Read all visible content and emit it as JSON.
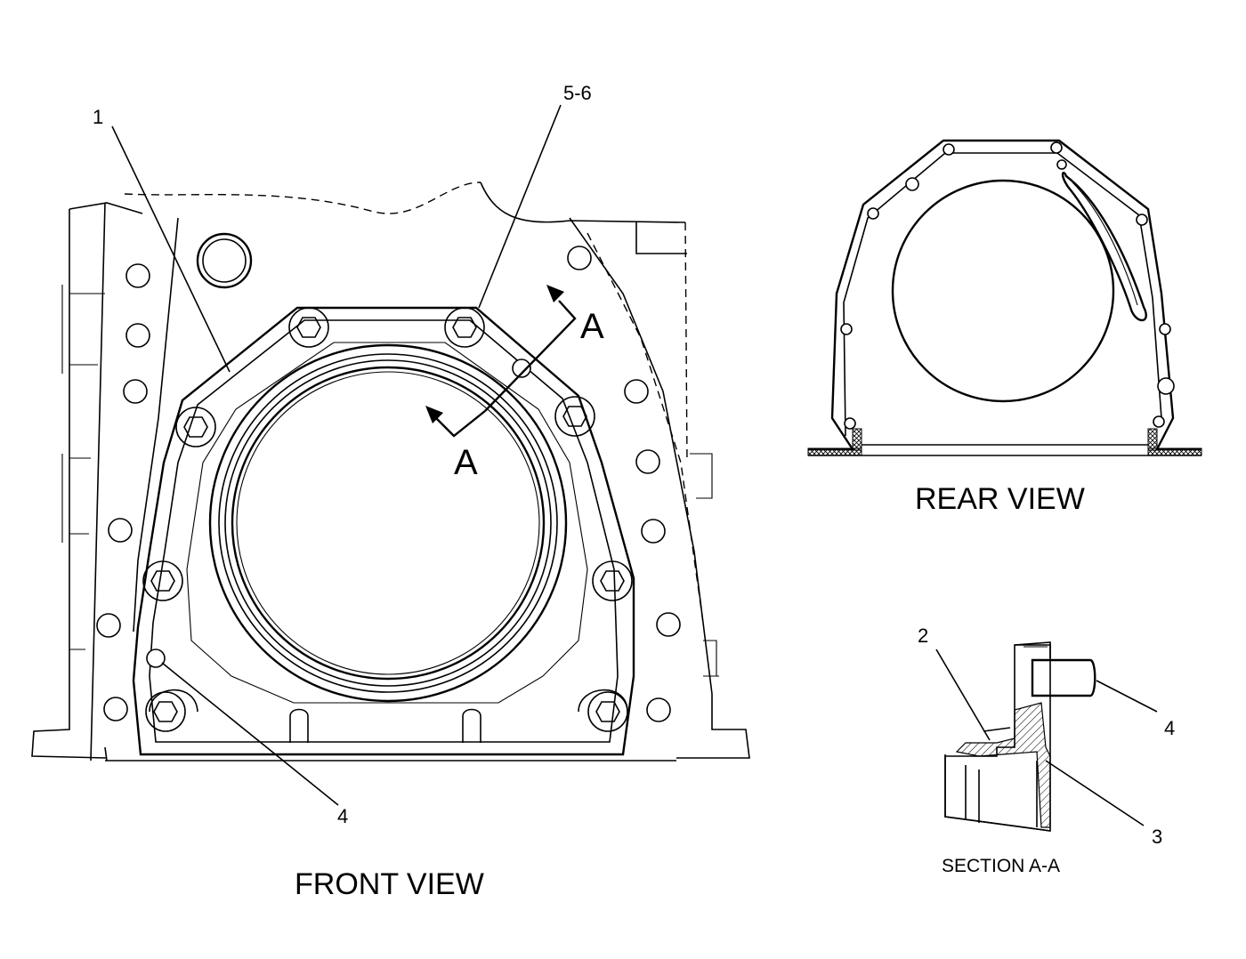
{
  "views": {
    "front": {
      "title": "FRONT VIEW"
    },
    "rear": {
      "title": "REAR VIEW"
    },
    "section": {
      "title": "SECTION A-A"
    }
  },
  "callouts": {
    "front_1": "1",
    "front_5_6": "5-6",
    "front_4": "4",
    "section_2": "2",
    "section_3": "3",
    "section_4": "4"
  },
  "section_markers": {
    "upper": "A",
    "lower": "A"
  }
}
